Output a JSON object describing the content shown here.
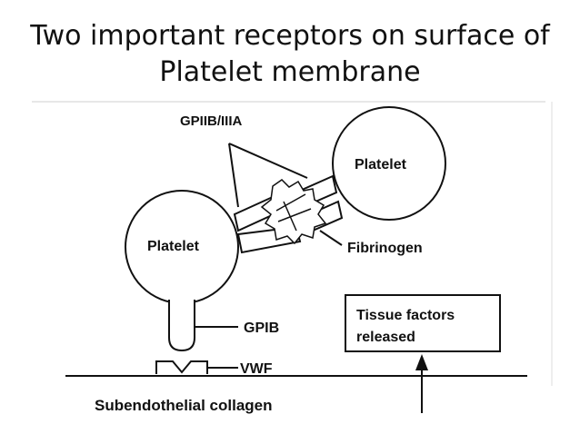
{
  "slide": {
    "title_line1": "Two important receptors on surface of",
    "title_line2": "Platelet membrane"
  },
  "diagram": {
    "labels": {
      "gpiib_iiia": "GPIIB/IIIA",
      "platelet_top": "Platelet",
      "platelet_left": "Platelet",
      "fibrinogen": "Fibrinogen",
      "gpib": "GPIB",
      "vwf": "VWF",
      "tissue_line1": "Tissue factors",
      "tissue_line2": "released",
      "collagen": "Subendothelial collagen"
    },
    "colors": {
      "stroke": "#111111",
      "background": "#ffffff"
    }
  }
}
